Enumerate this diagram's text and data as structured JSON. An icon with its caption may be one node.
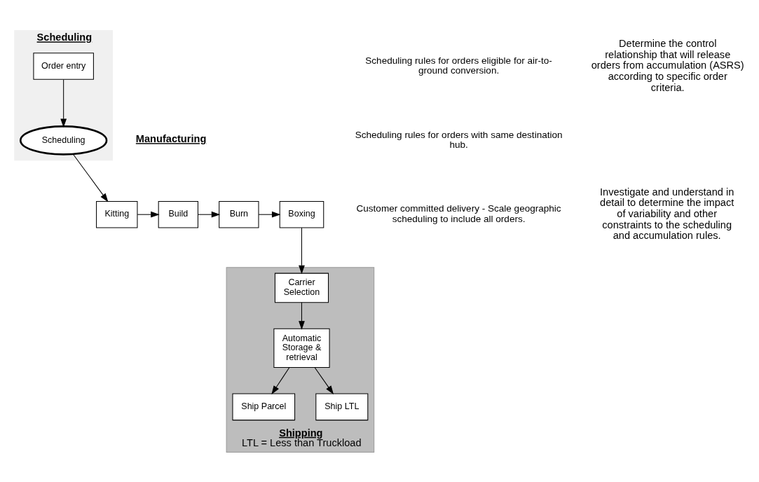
{
  "diagram": {
    "nodes": [
      {
        "text": [
          "Scheduling"
        ]
      },
      {
        "text": [
          "Order entry"
        ],
        "in": 0
      },
      {
        "text": [
          "Scheduling"
        ],
        "in": 0
      },
      {
        "text": [
          "Kitting"
        ]
      },
      {
        "text": [
          "Build"
        ]
      },
      {
        "text": [
          "Burn"
        ]
      },
      {
        "text": [
          "Boxing"
        ]
      },
      {
        "text": [
          "Shipping",
          "LTL = Less than Truckload"
        ]
      },
      {
        "text": [
          "Carrier Selection"
        ],
        "in": 7
      },
      {
        "text": [
          "Automatic Storage & retrieval"
        ],
        "in": 7
      },
      {
        "text": [
          "Ship Parcel"
        ],
        "in": 7
      },
      {
        "text": [
          "Ship LTL"
        ],
        "in": 7
      }
    ],
    "edges": [
      {
        "from": 1,
        "to": 2,
        "arrow": "to"
      },
      {
        "from": 2,
        "to": 3,
        "arrow": "to"
      },
      {
        "from": 3,
        "to": 4,
        "arrow": "to"
      },
      {
        "from": 4,
        "to": 5,
        "arrow": "to"
      },
      {
        "from": 5,
        "to": 6,
        "arrow": "to"
      },
      {
        "from": 6,
        "to": 8,
        "arrow": "to"
      },
      {
        "from": 8,
        "to": 9,
        "arrow": "to"
      },
      {
        "from": 9,
        "to": 10,
        "arrow": "to"
      },
      {
        "from": 9,
        "to": 11,
        "arrow": "to"
      }
    ],
    "labels": [
      "Scheduling rules for orders eligible for air-to-ground conversion.",
      "Scheduling rules for orders with same destination hub.",
      "Customer committed delivery - Scale geographic scheduling to include all orders.",
      "Manufacturing",
      "Investigate and understand in detail to determine the impact of variability and other constraints to the scheduling and accumulation rules.",
      "Determine the control relationship that will release orders from accumulation (ASRS) according to specific order criteria."
    ]
  }
}
